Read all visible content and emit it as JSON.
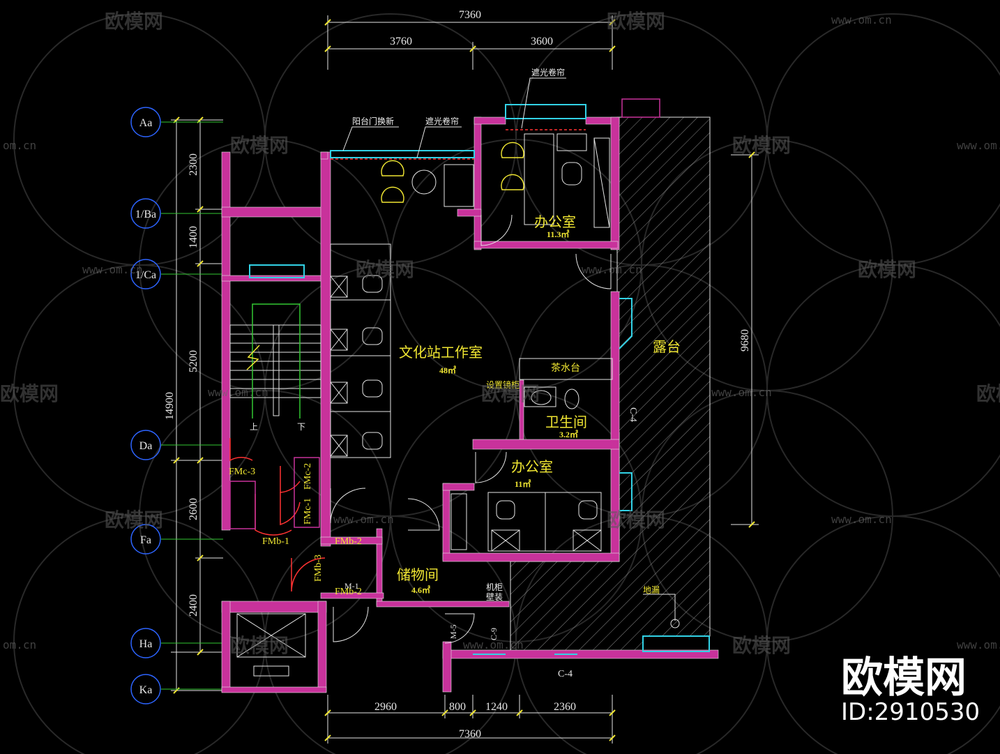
{
  "dimensions": {
    "top_total": "7360",
    "top_left": "3760",
    "top_right": "3600",
    "bottom_total": "7360",
    "bottom_1": "2960",
    "bottom_2": "800",
    "bottom_3": "1240",
    "bottom_4": "2360",
    "left_total": "14900",
    "left_1": "2300",
    "left_2": "1400",
    "left_3": "5200",
    "left_4": "2600",
    "left_5": "2400",
    "right_total": "9680"
  },
  "grid_axes": [
    "Aa",
    "1/Ba",
    "1/Ca",
    "Da",
    "Fa",
    "Ha",
    "Ka"
  ],
  "rooms": {
    "office_top": "办公室",
    "office_top_area": "11.3㎡",
    "workroom": "文化站工作室",
    "workroom_area": "48㎡",
    "tea": "茶水台",
    "toilet": "卫生间",
    "toilet_area": "3.2㎡",
    "office_mid": "办公室",
    "office_mid_area": "11㎡",
    "storage": "储物间",
    "storage_area": "4.6㎡",
    "terrace": "露台"
  },
  "notes": {
    "balcony_door": "阳台门换新",
    "blind_1": "遮光卷帘",
    "blind_2": "遮光卷帘",
    "washbasin": "设置镜柜",
    "cabinet_1": "机柜",
    "cabinet_2": "壁装",
    "drain": "地漏",
    "stair_up": "上",
    "stair_down": "下"
  },
  "door_tags": {
    "fmc3": "FMc-3",
    "fmc2": "FMc-2",
    "fmc1": "FMc-1",
    "fmb1": "FMb-1",
    "fmb2a": "FMb-2",
    "fmb2b": "FMb-2",
    "fmb3": "FMb-3",
    "m1": "M-1",
    "m5": "M-5",
    "c9": "C-9",
    "c4a": "C-4",
    "c4b": "C-4"
  },
  "watermarks": {
    "brand": "欧模网",
    "url": "www.om.cn",
    "url_short": "om.cn"
  },
  "brand_corner": {
    "name": "欧模网",
    "id": "ID:2910530"
  },
  "colors": {
    "wall": "#c8329b",
    "line_yellow": "#f0e632",
    "window_cyan": "#32d2e6",
    "grid_blue": "#2d64ff",
    "dim_line": "#e6e6e6",
    "green": "#32c832",
    "terrace_hatch": "#8c8c8c"
  }
}
